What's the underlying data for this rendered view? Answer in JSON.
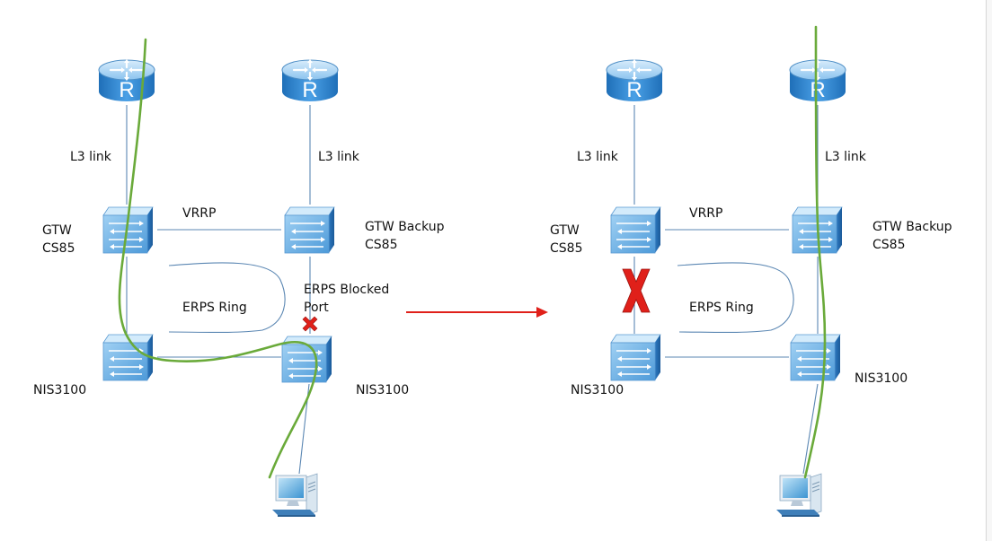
{
  "left": {
    "link_left": "L3 link",
    "link_right": "L3 link",
    "vrrp": "VRRP",
    "gtw_name": "GTW",
    "gtw_model": "CS85",
    "backup_name": "GTW Backup",
    "backup_model": "CS85",
    "ring": "ERPS Ring",
    "blocked_line1": "ERPS Blocked",
    "blocked_line2": "Port",
    "nis_left": "NIS3100",
    "nis_right": "NIS3100"
  },
  "right": {
    "link_left": "L3 link",
    "link_right": "L3 link",
    "vrrp": "VRRP",
    "gtw_name": "GTW",
    "gtw_model": "CS85",
    "backup_name": "GTW Backup",
    "backup_model": "CS85",
    "ring": "ERPS Ring",
    "nis_left": "NIS3100",
    "nis_right": "NIS3100"
  },
  "colors": {
    "link_line": "#5b87b3",
    "traffic_path": "#6aaa3a",
    "arrow": "#e0201a",
    "failure_mark": "#e0201a",
    "device_fill": "#3a8bd0"
  },
  "icons": {
    "router": "router-icon",
    "switch": "switch-icon",
    "pc": "pc-icon",
    "blocked": "blocked-x-icon",
    "failure": "link-failure-x-icon"
  }
}
